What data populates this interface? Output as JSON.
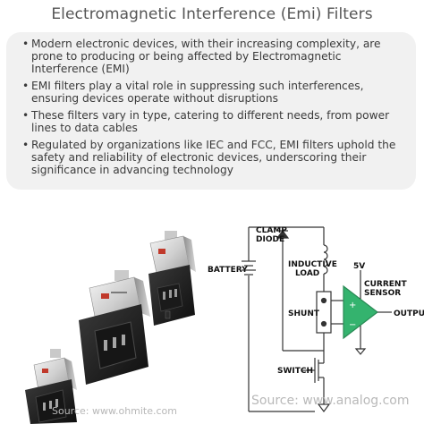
{
  "title": "Electromagnetic Interference (Emi) Filters",
  "bullets": [
    "Modern electronic devices, with their increasing complexity, are prone to producing or being affected by Electromagnetic Interference (EMI)",
    "EMI filters play a vital role in suppressing such interferences, ensuring devices operate without disruptions",
    "These filters vary in type, catering to different needs, from power lines to data cables",
    "Regulated by organizations like IEC and FCC, EMI filters uphold the safety and reliability of electronic devices, underscoring their significance in advancing technology"
  ],
  "bullet_symbol": "•",
  "left_source": "Source: www.ohmite.com",
  "right_source": "Source: www.analog.com",
  "schematic": {
    "clamp_line1": "CLAMP",
    "clamp_line2": "DIODE",
    "battery": "BATTERY",
    "inductive_line1": "INDUCTIVE",
    "inductive_line2": "LOAD",
    "voltage": "5V",
    "sensor_line1": "CURRENT",
    "sensor_line2": "SENSOR",
    "shunt": "SHUNT",
    "output": "OUTPUT",
    "switch": "SWITCH"
  },
  "colors": {
    "card_bg": "#f1f1f1",
    "amp_fill": "#34b36e",
    "circuit_line": "#333333"
  }
}
